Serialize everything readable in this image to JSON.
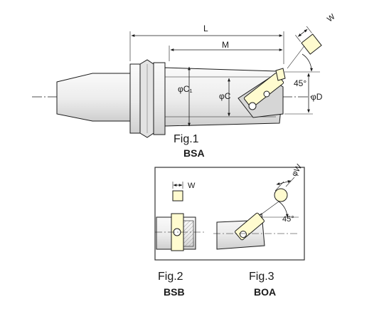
{
  "figures": [
    {
      "id": "fig1",
      "caption": "Fig.1",
      "code": "BSA"
    },
    {
      "id": "fig2",
      "caption": "Fig.2",
      "code": "BSB"
    },
    {
      "id": "fig3",
      "caption": "Fig.3",
      "code": "BOA"
    }
  ],
  "dimensions": {
    "L": "L",
    "M": "M",
    "C1": "φC₁",
    "C": "φC",
    "D": "φD",
    "angle": "45°",
    "W_square": "W",
    "W_round": "φW"
  },
  "colors": {
    "line": "#1a1a1a",
    "body_fill": "#f1f1f1",
    "body_shade": "#d2d2d2",
    "insert": "#fffbcf",
    "frame": "#333333"
  }
}
